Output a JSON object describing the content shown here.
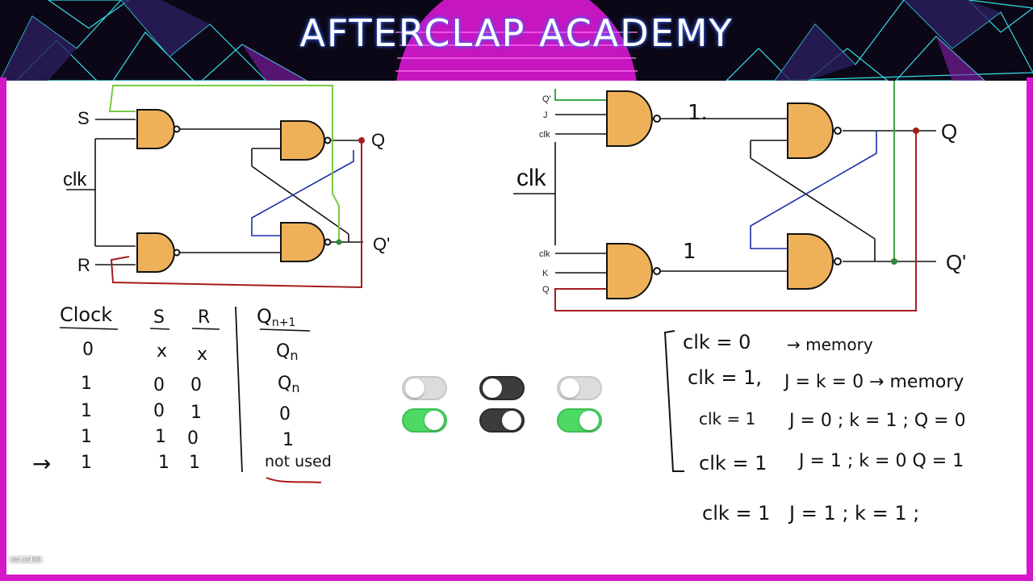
{
  "banner": {
    "title": "AFTERCLAP ACADEMY"
  },
  "left_circuit": {
    "inputs": {
      "s": "S",
      "clk": "clk",
      "r": "R"
    },
    "outputs": {
      "q": "Q",
      "qbar": "Q'"
    }
  },
  "truth_table": {
    "headers": {
      "clock": "Clock",
      "s": "S",
      "r": "R",
      "next": "Q",
      "next_sub": "n+1"
    },
    "rows": [
      {
        "clock": "0",
        "s": "x",
        "r": "x",
        "q": "Q",
        "q_sub": "n"
      },
      {
        "clock": "1",
        "s": "0",
        "r": "0",
        "q": "Q",
        "q_sub": "n"
      },
      {
        "clock": "1",
        "s": "0",
        "r": "1",
        "q": "0",
        "q_sub": ""
      },
      {
        "clock": "1",
        "s": "1",
        "r": "0",
        "q": "1",
        "q_sub": ""
      },
      {
        "clock": "1",
        "s": "1",
        "r": "1",
        "q": "not used",
        "q_sub": ""
      }
    ],
    "pointer": "→"
  },
  "right_circuit": {
    "small_inputs": {
      "qbar": "Q'",
      "j": "J",
      "clk_top": "clk",
      "clk_bottom": "clk",
      "k": "K",
      "q": "Q"
    },
    "clk_label": "clk",
    "gate_out_top": "1.",
    "gate_out_bottom": "1",
    "outputs": {
      "q": "Q",
      "qbar": "Q'"
    }
  },
  "notes": [
    {
      "label": "clk = 0",
      "detail": "→ memory"
    },
    {
      "label": "clk = 1,",
      "detail": "J = k = 0 → memory"
    },
    {
      "label": "clk = 1",
      "detail": "J = 0 ; k = 1 ;   Q = 0"
    },
    {
      "label": "clk = 1",
      "detail": "J = 1 ; k = 0     Q = 1"
    },
    {
      "label": "clk = 1",
      "detail": "J = 1 ; k = 1 ;"
    }
  ],
  "toggles": [
    {
      "state": "off",
      "style": "light"
    },
    {
      "state": "off",
      "style": "dark"
    },
    {
      "state": "off",
      "style": "light"
    },
    {
      "state": "on",
      "style": "green"
    },
    {
      "state": "on",
      "style": "dark"
    },
    {
      "state": "on",
      "style": "green"
    }
  ],
  "corner_tag": "del ctrl BB",
  "colors": {
    "gate": "#eeb15a",
    "frame": "#d317c9",
    "green": "#7ac943",
    "blue": "#1c2fa8",
    "red": "#a61c1c",
    "toggle_on": "#4cd964"
  }
}
